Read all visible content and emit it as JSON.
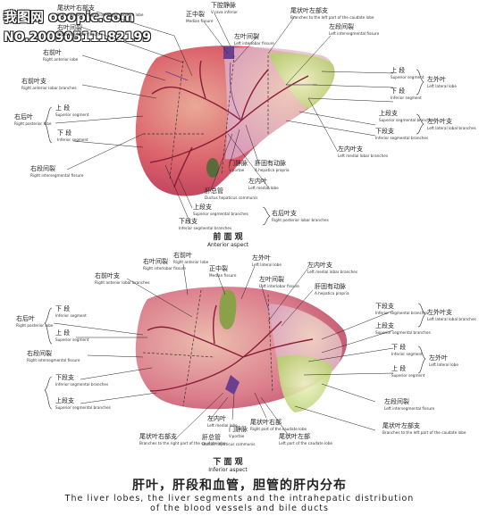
{
  "watermark": {
    "site": "我图网 ooopic.com",
    "no": "NO.20090511182199"
  },
  "anterior": {
    "caption_zh": "前 面 观",
    "caption_en": "Anterior aspect",
    "labels": {
      "caudate_right_branch": {
        "zh": "尾状叶右部支",
        "en": "Branches to the right part of the caudate lobe"
      },
      "right_interlobar": {
        "zh": "右叶间裂",
        "en": "Right interlobar fissure"
      },
      "ivc": {
        "zh": "下腔静脉",
        "en": "V.cava inferior"
      },
      "median_fissure": {
        "zh": "正中裂",
        "en": "Median fissure"
      },
      "left_interlobar": {
        "zh": "左叶间裂",
        "en": "Left interlobar fissure"
      },
      "caudate_left_branch": {
        "zh": "尾状叶左部支",
        "en": "Branches to the left part of the caudate lobe"
      },
      "left_intersegmental": {
        "zh": "左段间裂",
        "en": "Left intersegmental fissure"
      },
      "right_anterior": {
        "zh": "右前叶",
        "en": "Right anterior lobe"
      },
      "right_lobar_branches": {
        "zh": "右前叶支",
        "en": "Right anterior lobar branches"
      },
      "right_posterior": {
        "zh": "右后叶",
        "en": "Right posterior lobe"
      },
      "superior_seg": {
        "zh": "上 段",
        "en": "Superior segment"
      },
      "inferior_seg": {
        "zh": "下 段",
        "en": "Inferior segment"
      },
      "right_intersegmental": {
        "zh": "右段间裂",
        "en": "Right intersegmental fissure"
      },
      "portal": {
        "zh": "门静脉",
        "en": "V.portae"
      },
      "hepatic_artery": {
        "zh": "肝固有动脉",
        "en": "A.hepatica propria"
      },
      "left_medial": {
        "zh": "左内叶",
        "en": "Left medial lobe"
      },
      "common_duct": {
        "zh": "肝总管",
        "en": "Ductus hepaticus communis"
      },
      "sup_seg_branches": {
        "zh": "上段支",
        "en": "Superior segmental branches"
      },
      "inf_seg_branches": {
        "zh": "下段支",
        "en": "Inferior segmental branches"
      },
      "right_post_branches": {
        "zh": "右后叶支",
        "en": "Right posterior lobar branches"
      },
      "left_medial_branches": {
        "zh": "左内叶支",
        "en": "Left medial lobar branches"
      },
      "left_lateral": {
        "zh": "左外叶",
        "en": "Left lateral lobe"
      },
      "left_sup_seg": {
        "zh": "上 段",
        "en": "Superior segment"
      },
      "left_inf_seg": {
        "zh": "下 段",
        "en": "Inferior segment"
      },
      "left_sup_branch": {
        "zh": "上段支",
        "en": "Superior segmental branches"
      },
      "left_inf_branch": {
        "zh": "下段支",
        "en": "Inferior segmental branches"
      },
      "left_lateral_branches": {
        "zh": "左外叶支",
        "en": "Left lateral lobal branches"
      }
    }
  },
  "inferior": {
    "caption_zh": "下 面 观",
    "caption_en": "Inferior aspect",
    "labels": {
      "right_anterior": {
        "zh": "右前叶",
        "en": "Right anterior lobe"
      },
      "left_lateral": {
        "zh": "左外叶",
        "en": "Left lateral lobe"
      },
      "right_interlobar": {
        "zh": "右叶间裂",
        "en": "Right interlobar fissure"
      },
      "median_fissure": {
        "zh": "正中裂",
        "en": "Median fissure"
      },
      "left_interlobar": {
        "zh": "左叶间裂",
        "en": "Left interlobar fissure"
      },
      "left_medial_branches": {
        "zh": "左内叶支",
        "en": "Left medial lobar branches"
      },
      "right_anterior_branches": {
        "zh": "右前叶支",
        "en": "Right anterior lobar branches"
      },
      "hepatic_artery": {
        "zh": "肝固有动脉",
        "en": "A.hepatica propria"
      },
      "right_posterior": {
        "zh": "右后叶",
        "en": "Right posterior lobe"
      },
      "inf_seg": {
        "zh": "下 段",
        "en": "Inferior segment"
      },
      "sup_seg": {
        "zh": "上 段",
        "en": "Superior segment"
      },
      "right_intersegmental": {
        "zh": "右段间裂",
        "en": "Right intersegmental fissure"
      },
      "inf_seg_branches": {
        "zh": "下段支",
        "en": "Inferior segmental branches"
      },
      "sup_seg_branches": {
        "zh": "上段支",
        "en": "Superior segmental branches"
      },
      "left_medial": {
        "zh": "左内叶",
        "en": "Left medial lobe"
      },
      "portal": {
        "zh": "门静脉",
        "en": "V.portae"
      },
      "caudate_right": {
        "zh": "尾状叶右部",
        "en": "Right part of the caudate lobe"
      },
      "caudate_left": {
        "zh": "尾状叶左部",
        "en": "Left part of the caudate lobe"
      },
      "caudate_right_branch": {
        "zh": "尾状叶右部支",
        "en": "Branches to the right part of the caudate lobe"
      },
      "common_duct": {
        "zh": "肝总管",
        "en": "Ductus hepaticus communis"
      },
      "caudate_left_branch": {
        "zh": "尾状叶左部支",
        "en": "Branches to the left part of the caudate lobe"
      },
      "left_intersegmental": {
        "zh": "左段间裂",
        "en": "Left intersegmental fissure"
      },
      "left_inf_seg_branch": {
        "zh": "下段支",
        "en": "Inferior segmental branches"
      },
      "left_sup_seg_branch": {
        "zh": "上段支",
        "en": "Superior segmental branches"
      },
      "left_lateral_branches": {
        "zh": "左外叶支",
        "en": "Left lateral lobal branches"
      },
      "left_inf_seg": {
        "zh": "下 段",
        "en": "Inferior segment"
      },
      "left_sup_seg": {
        "zh": "上 段",
        "en": "Superior segment"
      },
      "left_lateral_lobe": {
        "zh": "左外叶",
        "en": "Left lateral lobe"
      }
    }
  },
  "title": {
    "zh": "肝叶，肝段和血管，胆管的肝内分布",
    "en1": "The liver lobes, the liver segments and the intrahepatic distribution",
    "en2": "of the blood vessels and bile ducts"
  }
}
